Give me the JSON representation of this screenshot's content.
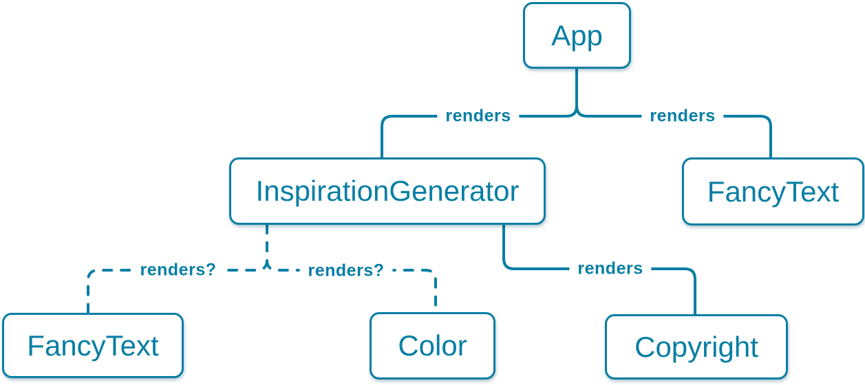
{
  "diagram": {
    "type": "component-tree",
    "accent_color": "#087ea4",
    "node_background": "#ffffff",
    "nodes": [
      {
        "id": "app",
        "label": "App"
      },
      {
        "id": "inspiration-generator",
        "label": "InspirationGenerator"
      },
      {
        "id": "fancy-text-top",
        "label": "FancyText"
      },
      {
        "id": "fancy-text-bottom",
        "label": "FancyText"
      },
      {
        "id": "color",
        "label": "Color"
      },
      {
        "id": "copyright",
        "label": "Copyright"
      }
    ],
    "edges": [
      {
        "from": "App",
        "to": "InspirationGenerator",
        "label": "renders",
        "style": "solid"
      },
      {
        "from": "App",
        "to": "FancyText",
        "label": "renders",
        "style": "solid"
      },
      {
        "from": "InspirationGenerator",
        "to": "FancyText",
        "label": "renders?",
        "style": "dashed"
      },
      {
        "from": "InspirationGenerator",
        "to": "Color",
        "label": "renders?",
        "style": "dashed"
      },
      {
        "from": "InspirationGenerator",
        "to": "Copyright",
        "label": "renders",
        "style": "solid"
      }
    ]
  }
}
